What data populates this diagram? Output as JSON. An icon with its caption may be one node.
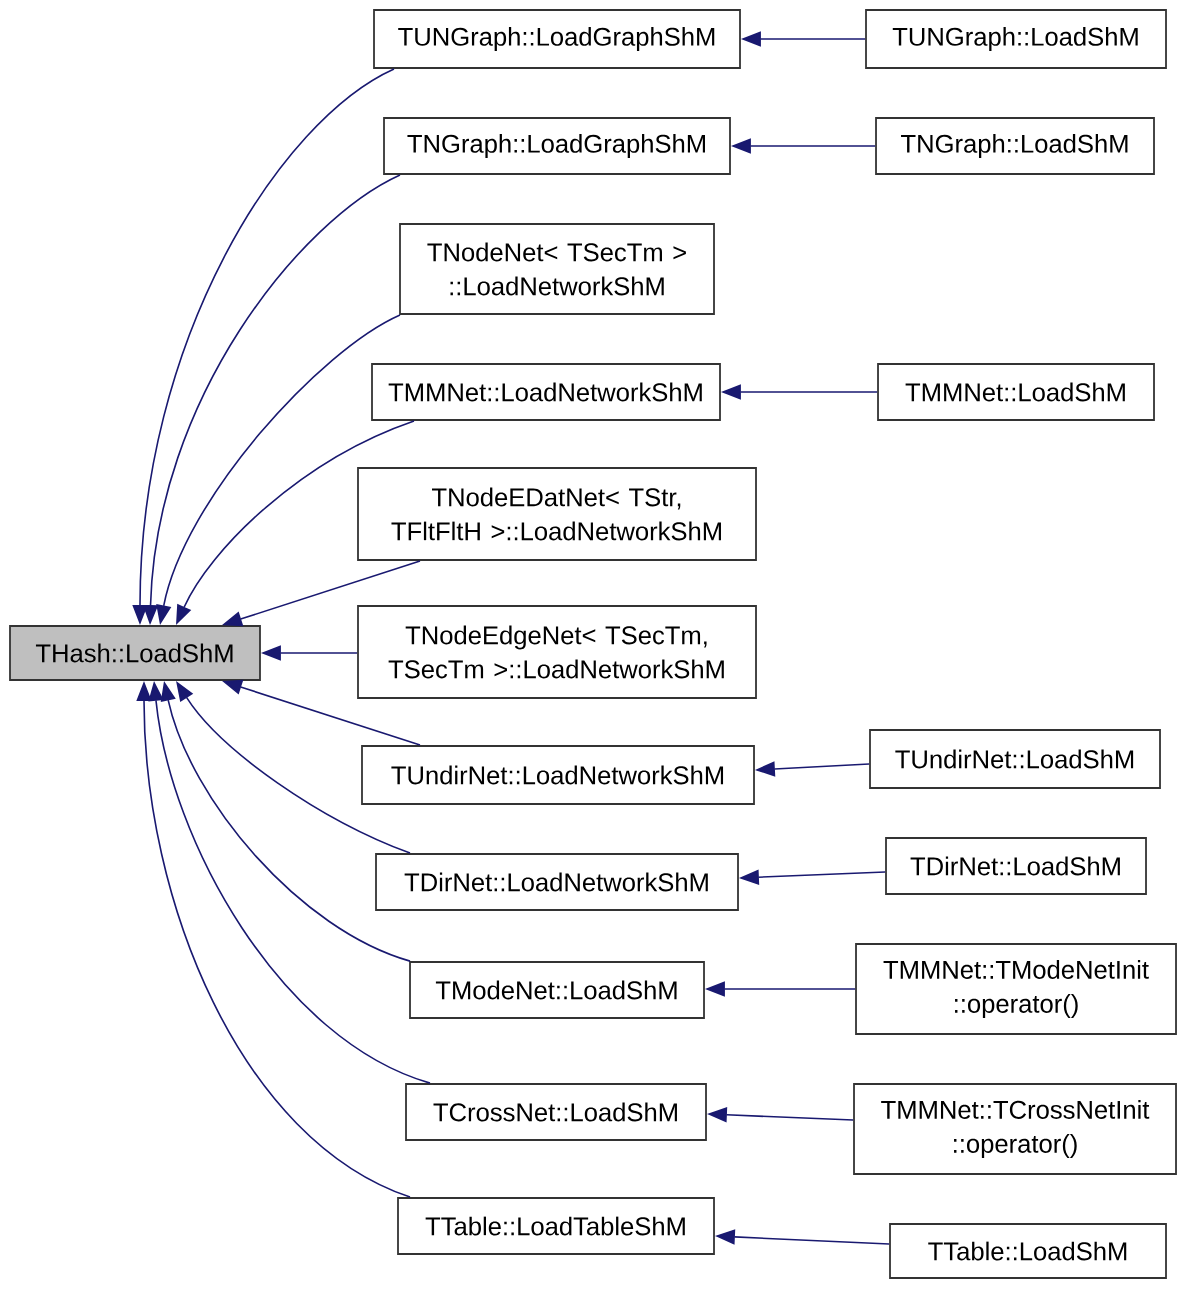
{
  "diagram": {
    "nodes": [
      {
        "text": [
          "THash::LoadShM"
        ]
      },
      {
        "text": [
          "TUNGraph::LoadGraphShM"
        ]
      },
      {
        "text": [
          "TUNGraph::LoadShM"
        ]
      },
      {
        "text": [
          "TNGraph::LoadGraphShM"
        ]
      },
      {
        "text": [
          "TNGraph::LoadShM"
        ]
      },
      {
        "text": [
          "TNodeNet< TSecTm > ::LoadNetworkShM"
        ]
      },
      {
        "text": [
          "TMMNet::LoadNetworkShM"
        ]
      },
      {
        "text": [
          "TMMNet::LoadShM"
        ]
      },
      {
        "text": [
          "TNodeEDatNet< TStr, TFltFltH >::LoadNetworkShM"
        ]
      },
      {
        "text": [
          "TNodeEdgeNet< TSecTm, TSecTm >::LoadNetworkShM"
        ]
      },
      {
        "text": [
          "TUndirNet::LoadNetworkShM"
        ]
      },
      {
        "text": [
          "TUndirNet::LoadShM"
        ]
      },
      {
        "text": [
          "TDirNet::LoadNetworkShM"
        ]
      },
      {
        "text": [
          "TDirNet::LoadShM"
        ]
      },
      {
        "text": [
          "TModeNet::LoadShM"
        ]
      },
      {
        "text": [
          "TMMNet::TModeNetInit ::operator()"
        ]
      },
      {
        "text": [
          "TCrossNet::LoadShM"
        ]
      },
      {
        "text": [
          "TMMNet::TCrossNetInit ::operator()"
        ]
      },
      {
        "text": [
          "TTable::LoadTableShM"
        ]
      },
      {
        "text": [
          "TTable::LoadShM"
        ]
      }
    ],
    "edges": [
      {
        "from": 1,
        "to": 0,
        "arrow": "to"
      },
      {
        "from": 3,
        "to": 0,
        "arrow": "to"
      },
      {
        "from": 5,
        "to": 0,
        "arrow": "to"
      },
      {
        "from": 6,
        "to": 0,
        "arrow": "to"
      },
      {
        "from": 8,
        "to": 0,
        "arrow": "to"
      },
      {
        "from": 9,
        "to": 0,
        "arrow": "to"
      },
      {
        "from": 10,
        "to": 0,
        "arrow": "to"
      },
      {
        "from": 12,
        "to": 0,
        "arrow": "to"
      },
      {
        "from": 14,
        "to": 0,
        "arrow": "to"
      },
      {
        "from": 16,
        "to": 0,
        "arrow": "to"
      },
      {
        "from": 18,
        "to": 0,
        "arrow": "to"
      },
      {
        "from": 2,
        "to": 1,
        "arrow": "to"
      },
      {
        "from": 4,
        "to": 3,
        "arrow": "to"
      },
      {
        "from": 7,
        "to": 6,
        "arrow": "to"
      },
      {
        "from": 11,
        "to": 10,
        "arrow": "to"
      },
      {
        "from": 13,
        "to": 12,
        "arrow": "to"
      },
      {
        "from": 15,
        "to": 14,
        "arrow": "to"
      },
      {
        "from": 17,
        "to": 16,
        "arrow": "to"
      },
      {
        "from": 19,
        "to": 18,
        "arrow": "to"
      }
    ]
  }
}
